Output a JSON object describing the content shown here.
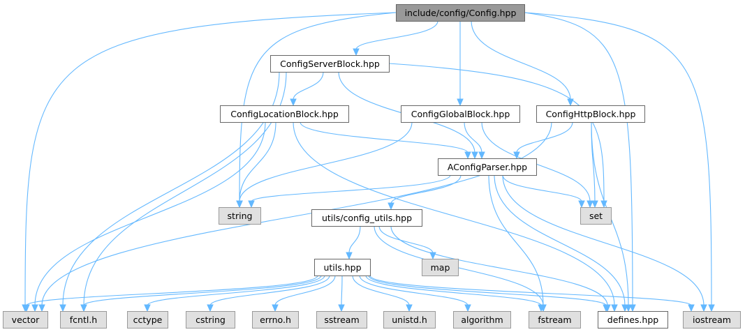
{
  "diagram": {
    "colors": {
      "root_fill": "#999999",
      "project_fill": "#ffffff",
      "system_fill": "#e0e0e0",
      "project_stroke": "#666666",
      "system_stroke": "#999999",
      "edge": "#63b8ff",
      "text": "#000000"
    },
    "nodes": [
      {
        "id": "config",
        "label": "include/config/Config.hpp",
        "kind": "root"
      },
      {
        "id": "server",
        "label": "ConfigServerBlock.hpp",
        "kind": "project"
      },
      {
        "id": "location",
        "label": "ConfigLocationBlock.hpp",
        "kind": "project"
      },
      {
        "id": "global",
        "label": "ConfigGlobalBlock.hpp",
        "kind": "project"
      },
      {
        "id": "http",
        "label": "ConfigHttpBlock.hpp",
        "kind": "project"
      },
      {
        "id": "aparser",
        "label": "AConfigParser.hpp",
        "kind": "project"
      },
      {
        "id": "string",
        "label": "string",
        "kind": "system"
      },
      {
        "id": "set",
        "label": "set",
        "kind": "system"
      },
      {
        "id": "cutils",
        "label": "utils/config_utils.hpp",
        "kind": "project"
      },
      {
        "id": "map",
        "label": "map",
        "kind": "system"
      },
      {
        "id": "utils",
        "label": "utils.hpp",
        "kind": "project"
      },
      {
        "id": "vector",
        "label": "vector",
        "kind": "system"
      },
      {
        "id": "fcntl",
        "label": "fcntl.h",
        "kind": "system"
      },
      {
        "id": "cctype",
        "label": "cctype",
        "kind": "system"
      },
      {
        "id": "cstring",
        "label": "cstring",
        "kind": "system"
      },
      {
        "id": "errno",
        "label": "errno.h",
        "kind": "system"
      },
      {
        "id": "sstream",
        "label": "sstream",
        "kind": "system"
      },
      {
        "id": "unistd",
        "label": "unistd.h",
        "kind": "system"
      },
      {
        "id": "algorithm",
        "label": "algorithm",
        "kind": "system"
      },
      {
        "id": "fstream",
        "label": "fstream",
        "kind": "system"
      },
      {
        "id": "defines",
        "label": "defines.hpp",
        "kind": "project"
      },
      {
        "id": "iostream",
        "label": "iostream",
        "kind": "system"
      }
    ],
    "edges": [
      [
        "config",
        "server"
      ],
      [
        "config",
        "global"
      ],
      [
        "config",
        "http"
      ],
      [
        "config",
        "string"
      ],
      [
        "config",
        "vector"
      ],
      [
        "config",
        "defines"
      ],
      [
        "config",
        "iostream"
      ],
      [
        "server",
        "location"
      ],
      [
        "server",
        "aparser"
      ],
      [
        "server",
        "vector"
      ],
      [
        "server",
        "fcntl"
      ],
      [
        "server",
        "set"
      ],
      [
        "location",
        "aparser"
      ],
      [
        "location",
        "string"
      ],
      [
        "location",
        "vector"
      ],
      [
        "location",
        "defines"
      ],
      [
        "global",
        "aparser"
      ],
      [
        "global",
        "string"
      ],
      [
        "global",
        "set"
      ],
      [
        "http",
        "aparser"
      ],
      [
        "http",
        "vector"
      ],
      [
        "http",
        "set"
      ],
      [
        "http",
        "defines"
      ],
      [
        "aparser",
        "string"
      ],
      [
        "aparser",
        "cutils"
      ],
      [
        "aparser",
        "set"
      ],
      [
        "aparser",
        "defines"
      ],
      [
        "aparser",
        "fstream"
      ],
      [
        "aparser",
        "iostream"
      ],
      [
        "cutils",
        "utils"
      ],
      [
        "cutils",
        "map"
      ],
      [
        "cutils",
        "defines"
      ],
      [
        "cutils",
        "fstream"
      ],
      [
        "utils",
        "vector"
      ],
      [
        "utils",
        "fcntl"
      ],
      [
        "utils",
        "cctype"
      ],
      [
        "utils",
        "cstring"
      ],
      [
        "utils",
        "errno"
      ],
      [
        "utils",
        "sstream"
      ],
      [
        "utils",
        "unistd"
      ],
      [
        "utils",
        "algorithm"
      ],
      [
        "utils",
        "fstream"
      ],
      [
        "utils",
        "defines"
      ],
      [
        "utils",
        "iostream"
      ]
    ]
  }
}
